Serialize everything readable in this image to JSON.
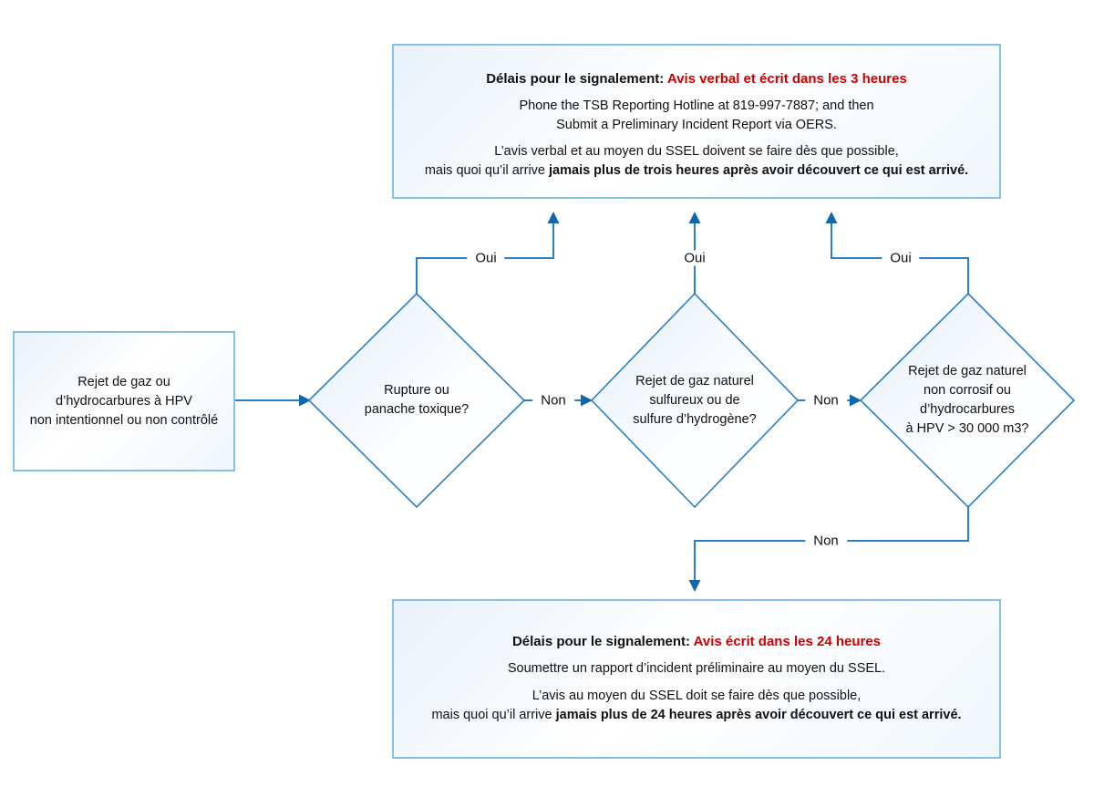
{
  "colors": {
    "line_blue": "#2b7fc2",
    "arrowhead_blue": "#1267aa",
    "box_border_blue": "#85c1e3",
    "diamond_fill_light": "#e6f0f9",
    "highlight_red": "#cc0000",
    "text_black": "#111111"
  },
  "start_node": {
    "text": "Rejet de gaz ou\nd’hydrocarbures à HPV\nnon intentionnel ou non contrôlé"
  },
  "decisions": [
    {
      "text": "Rupture ou\npanache toxique?"
    },
    {
      "text": "Rejet de gaz naturel\nsulfureux ou de\nsulfure d’hydrogène?"
    },
    {
      "text": "Rejet de gaz naturel\nnon corrosif ou\nd’hydrocarbures\nà HPV > 30 000 m3?"
    }
  ],
  "labels": {
    "yes": "Oui",
    "no": "Non"
  },
  "report_3h": {
    "heading_prefix": "Délais pour le signalement: ",
    "heading_highlight": "Avis verbal et écrit dans les 3 heures",
    "instruction_line1": "Phone the TSB Reporting Hotline at 819-997-7887; and then",
    "instruction_line2": "Submit a Preliminary Incident Report via OERS.",
    "note_line1": "L’avis verbal et au moyen du SSEL doivent se faire dès que possible,",
    "note_line2_normal": "mais quoi qu’il arrive ",
    "note_line2_bold": "jamais plus de trois heures après avoir découvert ce qui est arrivé."
  },
  "report_24h": {
    "heading_prefix": "Délais pour le signalement: ",
    "heading_highlight": "Avis écrit dans les 24 heures",
    "instruction": "Soumettre un rapport d’incident préliminaire au moyen du SSEL.",
    "note_line1": "L’avis au moyen du SSEL doit se faire dès que possible,",
    "note_line2_normal": "mais quoi qu’il arrive ",
    "note_line2_bold": "jamais plus de 24 heures après avoir découvert ce qui est arrivé."
  }
}
